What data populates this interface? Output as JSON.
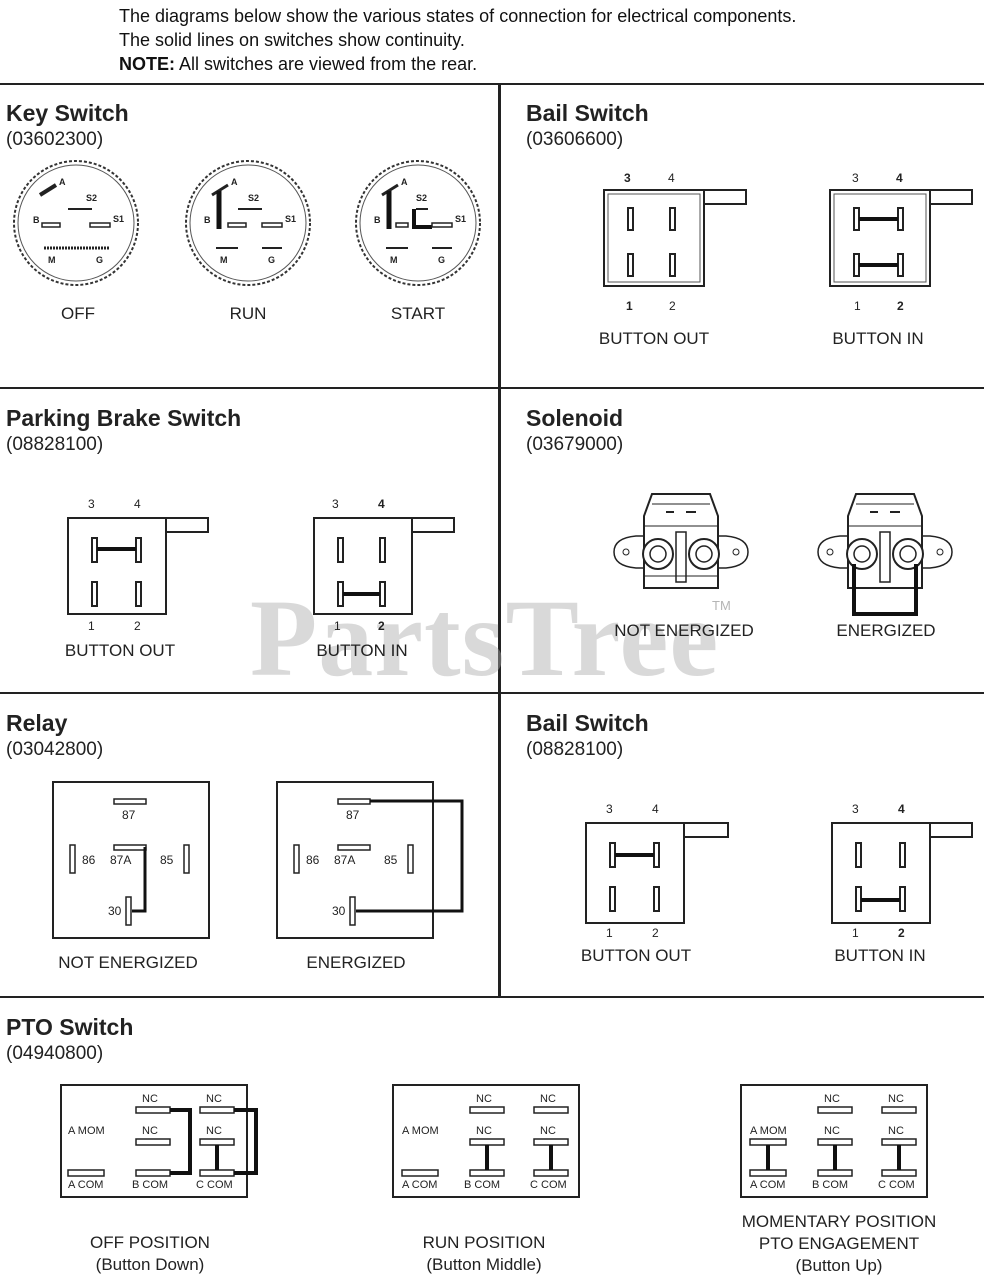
{
  "intro": {
    "line1": "The diagrams below show the various states of connection for electrical components.",
    "line2": "The solid lines on switches show continuity.",
    "note_label": "NOTE:",
    "note_text": " All switches are viewed from the rear."
  },
  "key_switch": {
    "title": "Key Switch",
    "part": "(03602300)",
    "terminals": {
      "a": "A",
      "b": "B",
      "s1": "S1",
      "s2": "S2",
      "m": "M",
      "g": "G"
    },
    "states": [
      "OFF",
      "RUN",
      "START"
    ]
  },
  "bail_switch_1": {
    "title": "Bail  Switch",
    "part": "(03606600)",
    "pins": {
      "p1": "1",
      "p2": "2",
      "p3": "3",
      "p4": "4"
    },
    "states": [
      "BUTTON OUT",
      "BUTTON IN"
    ]
  },
  "parking_brake": {
    "title": "Parking Brake Switch",
    "part": "(08828100)",
    "pins": {
      "p1": "1",
      "p2": "2",
      "p3": "3",
      "p4": "4"
    },
    "states": [
      "BUTTON OUT",
      "BUTTON IN"
    ]
  },
  "solenoid": {
    "title": "Solenoid",
    "part": "(03679000)",
    "states": [
      "NOT ENERGIZED",
      "ENERGIZED"
    ]
  },
  "relay": {
    "title": "Relay",
    "part": "(03042800)",
    "terminals": {
      "t87": "87",
      "t87a": "87A",
      "t86": "86",
      "t85": "85",
      "t30": "30"
    },
    "states": [
      "NOT ENERGIZED",
      "ENERGIZED"
    ]
  },
  "bail_switch_2": {
    "title": "Bail Switch",
    "part": "(08828100)",
    "pins": {
      "p1": "1",
      "p2": "2",
      "p3": "3",
      "p4": "4"
    },
    "states": [
      "BUTTON OUT",
      "BUTTON IN"
    ]
  },
  "pto_switch": {
    "title": "PTO Switch",
    "part": "(04940800)",
    "labels": {
      "nc": "NC",
      "amom": "A MOM",
      "acom": "A COM",
      "bcom": "B COM",
      "ccom": "C COM"
    },
    "states": [
      {
        "line1": "OFF POSITION",
        "line2": "(Button Down)"
      },
      {
        "line1": "RUN POSITION",
        "line2": "(Button Middle)"
      },
      {
        "line1": "MOMENTARY POSITION",
        "line2": "PTO ENGAGEMENT",
        "line3": "(Button Up)"
      }
    ]
  },
  "watermark": {
    "text": "PartsTree",
    "tm": "TM"
  }
}
